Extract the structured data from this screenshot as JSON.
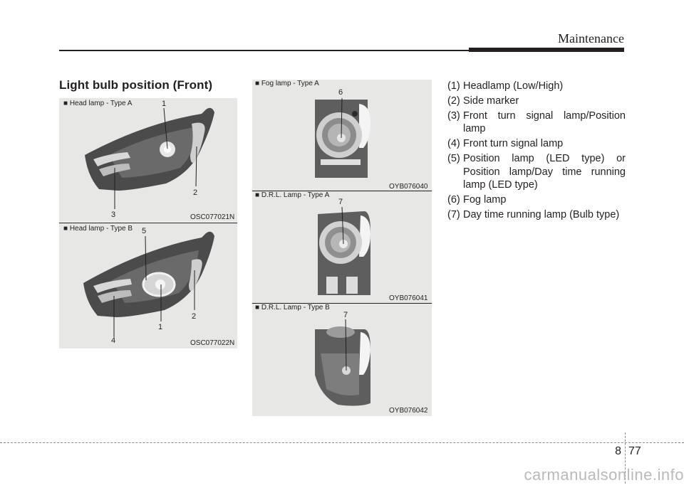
{
  "header": {
    "title": "Maintenance"
  },
  "section_title": "Light bulb position (Front)",
  "figures": {
    "head_a": {
      "caption": "■ Head lamp - Type A",
      "code": "OSC077021N",
      "labels": [
        "1",
        "2",
        "3"
      ]
    },
    "head_b": {
      "caption": "■ Head lamp - Type B",
      "code": "OSC077022N",
      "labels": [
        "5",
        "2",
        "1",
        "4"
      ]
    },
    "fog_a": {
      "caption": "■ Fog lamp - Type A",
      "code": "OYB076040",
      "labels": [
        "6"
      ]
    },
    "drl_a": {
      "caption": "■ D.R.L. Lamp - Type A",
      "code": "OYB076041",
      "labels": [
        "7"
      ]
    },
    "drl_b": {
      "caption": "■ D.R.L. Lamp - Type B",
      "code": "OYB076042",
      "labels": [
        "7"
      ]
    }
  },
  "legend": [
    {
      "num": "(1)",
      "text": "Headlamp (Low/High)"
    },
    {
      "num": "(2)",
      "text": "Side marker"
    },
    {
      "num": "(3)",
      "text": "Front turn signal lamp/Position lamp"
    },
    {
      "num": "(4)",
      "text": "Front turn signal lamp"
    },
    {
      "num": "(5)",
      "text": "Position lamp (LED type) or Position lamp/Day time running lamp (LED type)"
    },
    {
      "num": "(6)",
      "text": "Fog lamp"
    },
    {
      "num": "(7)",
      "text": "Day time running lamp (Bulb type)"
    }
  ],
  "footer": {
    "chapter": "8",
    "page": "77"
  },
  "watermark": "carmanualsonline.info"
}
